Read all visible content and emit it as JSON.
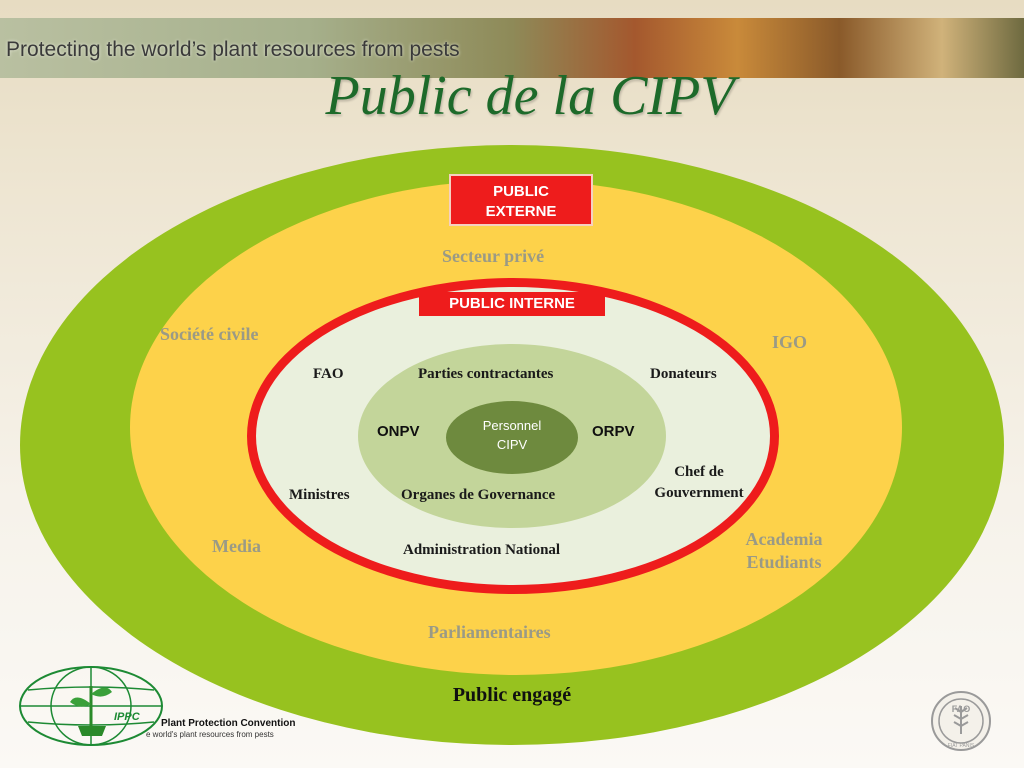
{
  "banner": {
    "text": "Protecting the world’s plant resources from pests"
  },
  "title": "Public de la CIPV",
  "badges": {
    "external": "PUBLIC\nEXTERNE",
    "internal": "PUBLIC INTERNE"
  },
  "external_labels": {
    "private_sector": "Secteur privé",
    "civil_society": "Société civile",
    "igo": "IGO",
    "media": "Media",
    "academia": "Academia\nEtudiants",
    "parliamentarians": "Parliamentaires"
  },
  "internal_labels": {
    "fao": "FAO",
    "contracting_parties": "Parties contractantes",
    "donors": "Donateurs",
    "onpv": "ONPV",
    "orpv": "ORPV",
    "chef": "Chef de\nGouvernment",
    "ministers": "Ministres",
    "governance": "Organes de Governance",
    "national_admin": "Administration National"
  },
  "core": "Personnel\nCIPV",
  "engaged": "Public engagé",
  "ippc_logo": {
    "acronym": "IPPC",
    "name": "Plant Protection Convention",
    "tagline": "e world's plant resources from pests"
  },
  "fao_logo": {
    "acronym": "FAO",
    "motto": "FIAT PANIS"
  },
  "colors": {
    "outer": "#97c21f",
    "middle": "#fdd24a",
    "ring": "#ee1c1c",
    "ring_fill": "#eaf0dd",
    "inner": "#c3d59a",
    "core": "#6e8a3e",
    "title": "#1d6a2a"
  }
}
